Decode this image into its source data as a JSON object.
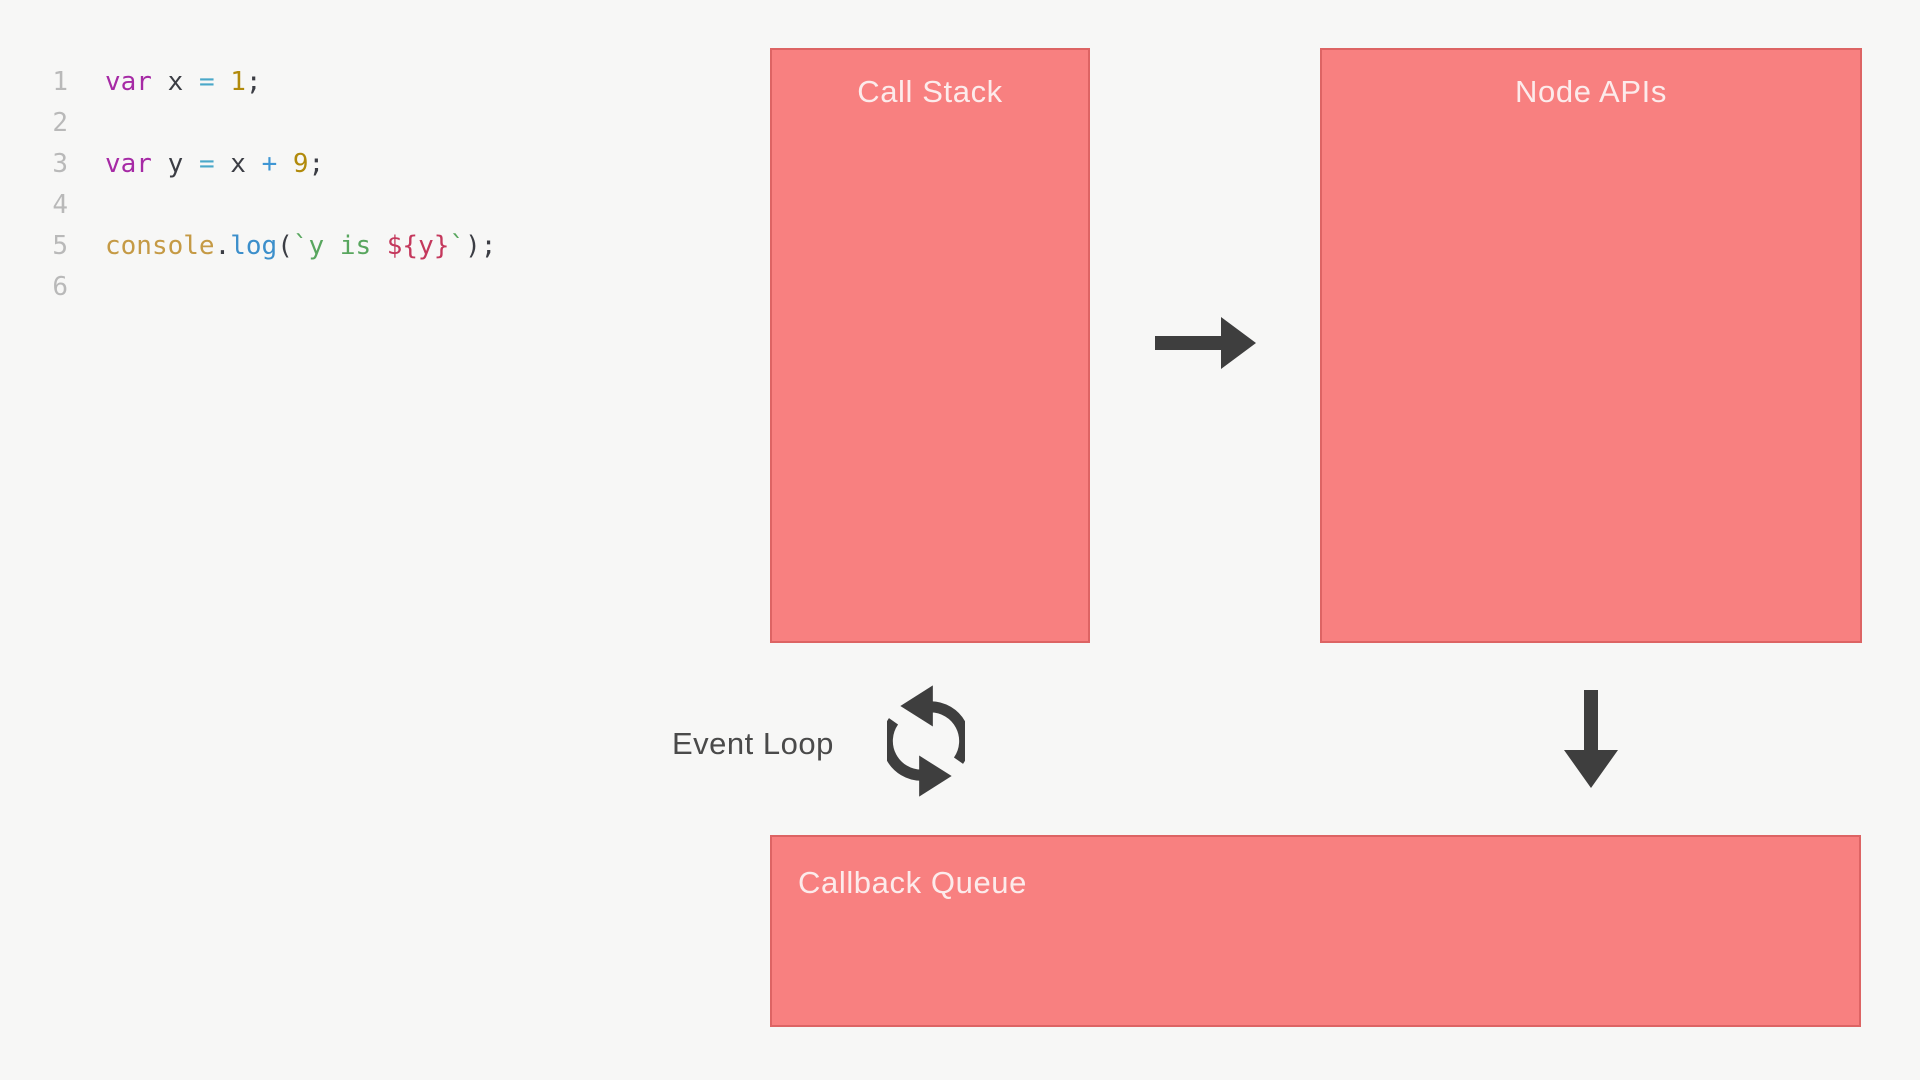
{
  "colors": {
    "background": "#f7f7f6",
    "box_fill": "#f88080",
    "box_border": "#dd6464",
    "box_label": "#fcebeb",
    "arrow": "#3e3e3e",
    "diagram_label": "#4a4a4a",
    "line_number": "#b9b9b9",
    "code_plain": "#3b3d44",
    "code_keyword": "#a62aa5",
    "code_operator_eq": "#4aa8c9",
    "code_operator_plus": "#3e96d4",
    "code_number": "#b18a0b",
    "code_builtin": "#c59a45",
    "code_function": "#3c8fcb",
    "code_string": "#58a65e",
    "code_interpolation": "#c4385c"
  },
  "code": {
    "lines": [
      {
        "num": "1",
        "tokens": [
          {
            "type": "keyword",
            "text": "var"
          },
          {
            "type": "plain",
            "text": " x "
          },
          {
            "type": "operator_eq",
            "text": "="
          },
          {
            "type": "plain",
            "text": " "
          },
          {
            "type": "number",
            "text": "1"
          },
          {
            "type": "plain",
            "text": ";"
          }
        ]
      },
      {
        "num": "2",
        "tokens": []
      },
      {
        "num": "3",
        "tokens": [
          {
            "type": "keyword",
            "text": "var"
          },
          {
            "type": "plain",
            "text": " y "
          },
          {
            "type": "operator_eq",
            "text": "="
          },
          {
            "type": "plain",
            "text": " x "
          },
          {
            "type": "operator_plus",
            "text": "+"
          },
          {
            "type": "plain",
            "text": " "
          },
          {
            "type": "number",
            "text": "9"
          },
          {
            "type": "plain",
            "text": ";"
          }
        ]
      },
      {
        "num": "4",
        "tokens": []
      },
      {
        "num": "5",
        "tokens": [
          {
            "type": "builtin",
            "text": "console"
          },
          {
            "type": "plain",
            "text": "."
          },
          {
            "type": "function",
            "text": "log"
          },
          {
            "type": "plain",
            "text": "("
          },
          {
            "type": "string",
            "text": "`y is "
          },
          {
            "type": "interpolation",
            "text": "${y}"
          },
          {
            "type": "string",
            "text": "`"
          },
          {
            "type": "plain",
            "text": ");"
          }
        ]
      },
      {
        "num": "6",
        "tokens": []
      }
    ]
  },
  "diagram": {
    "call_stack": {
      "label": "Call Stack"
    },
    "node_apis": {
      "label": "Node APIs"
    },
    "callback_queue": {
      "label": "Callback Queue"
    },
    "event_loop": {
      "label": "Event Loop"
    }
  }
}
